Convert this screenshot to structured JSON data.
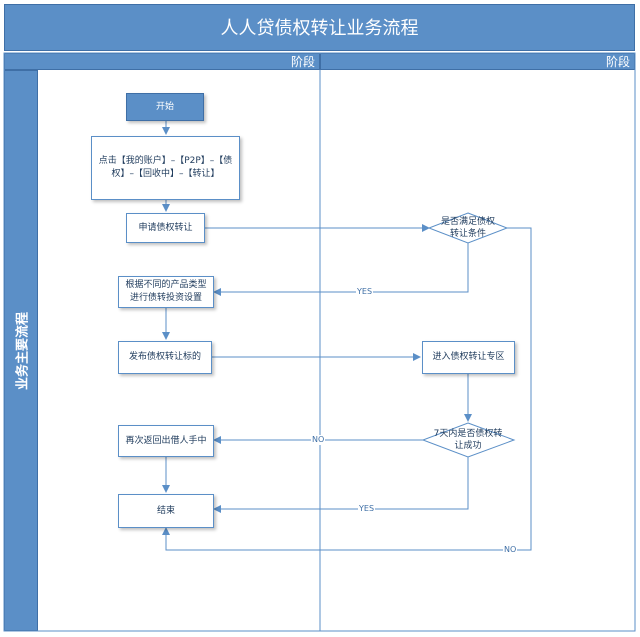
{
  "title": "人人贷债权转让业务流程",
  "phase_left": "阶段",
  "phase_right": "阶段",
  "lane": "业务主要流程",
  "nodes": {
    "start": "开始",
    "navigate": "点击【我的账户】–【P2P】–【债权】–【回收中】–【转让】",
    "apply": "申请债权转让",
    "check_conditions": "是否满足债权转让条件",
    "configure": "根据不同的产品类型进行债转投资设置",
    "publish": "发布债权转让标的",
    "enter_zone": "进入债权转让专区",
    "check_success": "7天内是否债权转让成功",
    "return_lender": "再次返回出借人手中",
    "end": "结束"
  },
  "edges": {
    "yes1": "YES",
    "no1": "NO",
    "yes2": "YES",
    "no2": "NO"
  },
  "colors": {
    "accent": "#5b8fc7",
    "border": "#3f6fa6",
    "line": "#5b8fc7"
  }
}
